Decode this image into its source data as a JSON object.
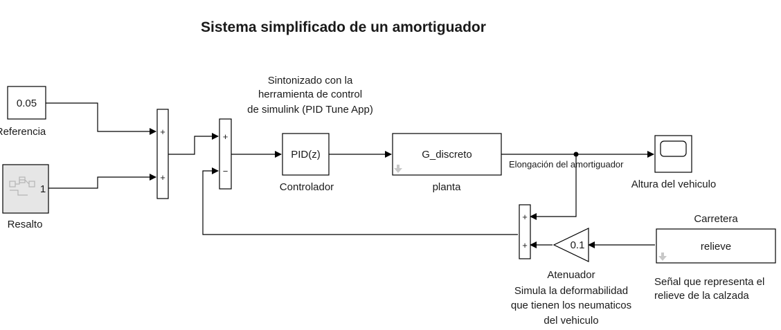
{
  "title": "Sistema simplificado de un amortiguador",
  "blocks": {
    "referencia": {
      "value": "0.05",
      "label": "Referencia"
    },
    "resalto": {
      "value": "1",
      "label": "Resalto"
    },
    "sum1": {
      "sign_top": "+",
      "sign_bottom": "+"
    },
    "sum2": {
      "sign_top": "+",
      "sign_bottom": "−"
    },
    "controlador": {
      "text": "PID(z)",
      "label": "Controlador",
      "note_lines": [
        "Sintonizado con la",
        "herramienta de control",
        "de simulink (PID Tune App)"
      ]
    },
    "planta": {
      "text": "G_discreto",
      "label": "planta"
    },
    "signal_label": "Elongación del amortiguador",
    "scope": {
      "label": "Altura del vehiculo"
    },
    "sum3": {
      "sign_top": "+",
      "sign_bottom": "+"
    },
    "atenuador": {
      "value": "0.1",
      "label": "Atenuador",
      "note_lines": [
        "Simula la deformabilidad",
        "que tienen los neumaticos",
        "del vehiculo"
      ]
    },
    "carretera": {
      "title": "Carretera",
      "text": "relieve",
      "note_lines": [
        "Señal que representa el",
        "relieve de la calzada"
      ]
    }
  },
  "icons": [
    "signal-builder-icon",
    "scope-screen-icon",
    "subsystem-arrow-icon"
  ]
}
